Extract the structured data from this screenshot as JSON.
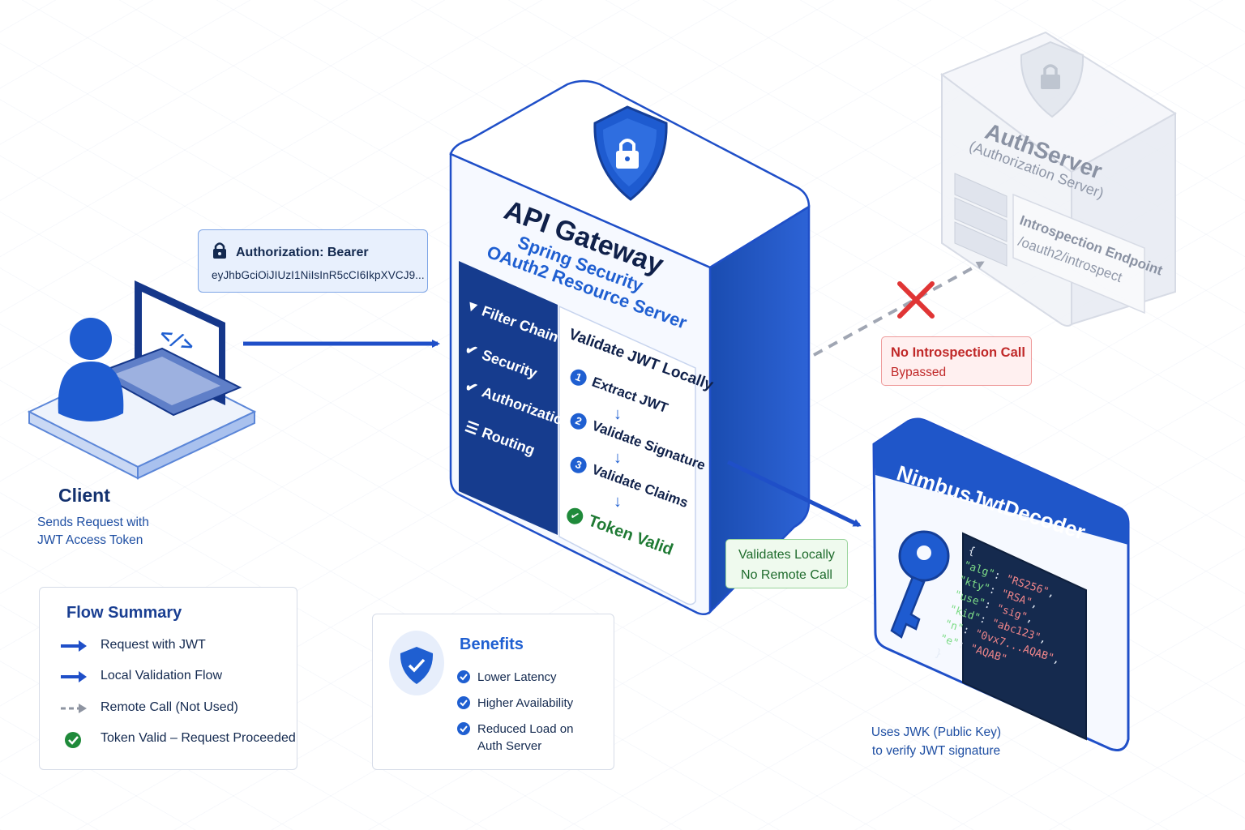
{
  "colors": {
    "primary": "#1f5fd1",
    "dark_navy": "#143a86",
    "success": "#1f8a3a",
    "error": "#d23030",
    "muted_gray": "#b6bccb"
  },
  "token": {
    "label": "Authorization: Bearer",
    "value": "eyJhbGciOiJIUzI1NiIsInR5cCI6IkpXVCJ9..."
  },
  "client": {
    "title": "Client",
    "subtitle_line1": "Sends Request with",
    "subtitle_line2": "JWT Access Token",
    "screen_icon": "</>"
  },
  "gateway": {
    "title": "API Gateway",
    "subtitle1": "Spring Security",
    "subtitle2": "OAuth2 Resource Server",
    "side_items": [
      {
        "label": "Filter Chain",
        "icon": "filter-icon"
      },
      {
        "label": "Security",
        "icon": "shield-check-icon"
      },
      {
        "label": "Authorization",
        "icon": "shield-check-icon"
      },
      {
        "label": "Routing",
        "icon": "document-icon"
      }
    ],
    "validate_title": "Validate JWT Locally",
    "steps": [
      {
        "num": "1",
        "label": "Extract JWT"
      },
      {
        "num": "2",
        "label": "Validate Signature"
      },
      {
        "num": "3",
        "label": "Validate Claims"
      }
    ],
    "token_valid": "Token Valid"
  },
  "auth_server": {
    "title": "AuthServer",
    "subtitle": "(Authorization Server)",
    "endpoint_title": "Introspection Endpoint",
    "endpoint_path": "/oauth2/introspect"
  },
  "no_introspection": {
    "title": "No Introspection Call",
    "subtitle": "Bypassed"
  },
  "validates_locally": {
    "line1": "Validates Locally",
    "line2": "No Remote Call"
  },
  "decoder": {
    "title": "NimbusJwtDecoder",
    "json_lines": [
      {
        "key": "\"alg\"",
        "value": "\"RS256\""
      },
      {
        "key": "\"kty\"",
        "value": "\"RSA\""
      },
      {
        "key": "\"use\"",
        "value": "\"sig\""
      },
      {
        "key": "\"kid\"",
        "value": "\"abc123\""
      },
      {
        "key": "\"n\"",
        "value": "\"0vx7...AQAB\""
      },
      {
        "key": "\"e\"",
        "value": "\"AQAB\""
      }
    ],
    "note_line1": "Uses JWK (Public Key)",
    "note_line2": "to verify JWT signature"
  },
  "summary": {
    "title": "Flow Summary",
    "items": [
      {
        "label": "Request with JWT",
        "icon": "solid-arrow-icon"
      },
      {
        "label": "Local Validation Flow",
        "icon": "solid-arrow-icon"
      },
      {
        "label": "Remote Call (Not Used)",
        "icon": "dashed-arrow-icon"
      },
      {
        "label": "Token Valid – Request Proceeded",
        "icon": "check-circle-icon"
      }
    ]
  },
  "benefits": {
    "title": "Benefits",
    "items": [
      {
        "label": "Lower Latency"
      },
      {
        "label": "Higher Availability"
      },
      {
        "label": "Reduced Load on",
        "label2": "Auth Server"
      }
    ]
  }
}
